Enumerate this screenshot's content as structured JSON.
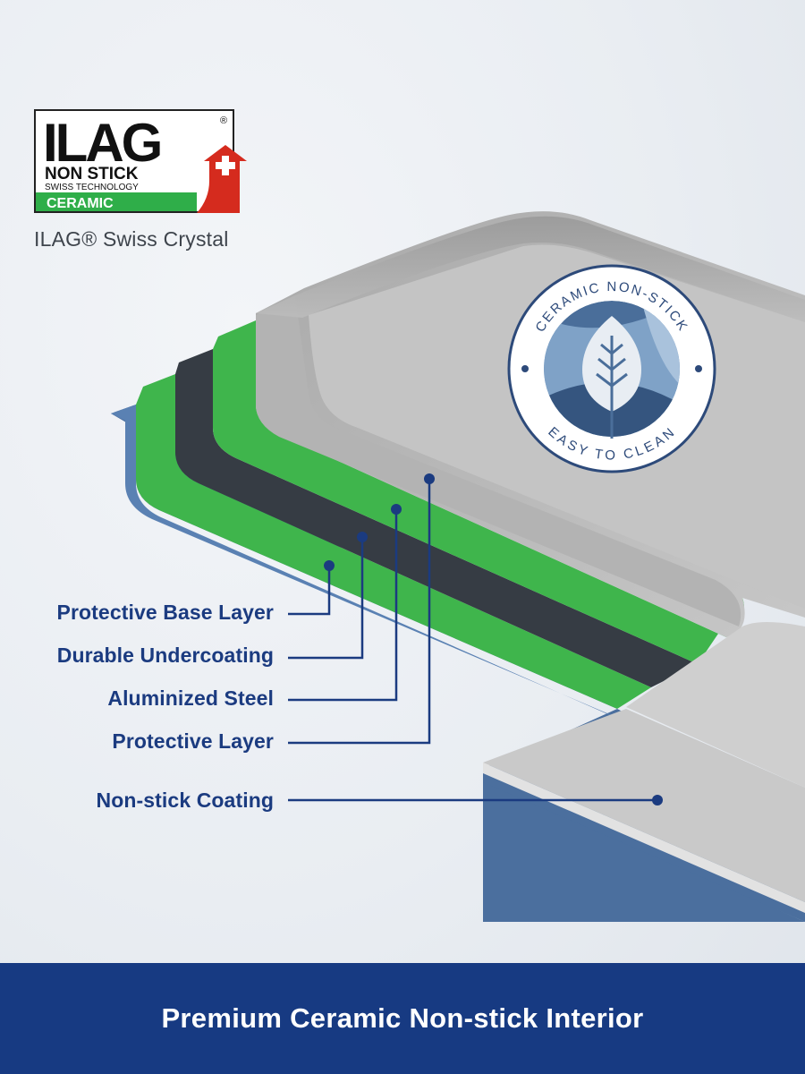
{
  "logo": {
    "brand": "ILAG",
    "registered": "®",
    "line1": "NON STICK",
    "line2": "SWISS TECHNOLOGY",
    "line3": "CERAMIC"
  },
  "subtitle": "ILAG® Swiss Crystal",
  "badge": {
    "top_text": "CERAMIC NON-STICK",
    "bottom_text": "EASY TO CLEAN",
    "icon": "leaf-icon"
  },
  "layers": [
    {
      "label": "Protective Base Layer",
      "color": "#4b6f9e"
    },
    {
      "label": "Durable Undercoating",
      "color": "#3fb54c"
    },
    {
      "label": "Aluminized Steel",
      "color": "#363c44"
    },
    {
      "label": "Protective Layer",
      "color": "#3fb54c"
    },
    {
      "label": "Non-stick Coating",
      "color": "#b8b8b8"
    }
  ],
  "banner": {
    "text": "Premium Ceramic Non-stick Interior"
  },
  "colors": {
    "navy": "#173a82",
    "label_text": "#1b3b80",
    "green": "#3fb54c",
    "red": "#d52b1e"
  }
}
